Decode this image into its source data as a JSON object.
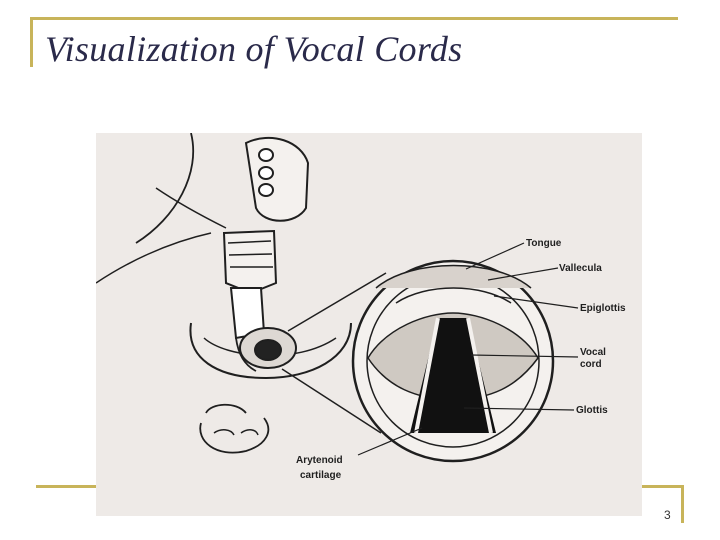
{
  "slide": {
    "title": "Visualization of Vocal Cords",
    "page_number": "3"
  },
  "figure": {
    "labels": {
      "tongue": "Tongue",
      "vallecula": "Vallecula",
      "epiglottis": "Epiglottis",
      "vocal_cord_line1": "Vocal",
      "vocal_cord_line2": "cord",
      "glottis": "Glottis",
      "arytenoid_line1": "Arytenoid",
      "arytenoid_line2": "cartilage"
    }
  },
  "colors": {
    "frame": "#c8b45a",
    "title": "#2a2a4a",
    "figure_bg": "#eeeae7",
    "ink": "#1f1f1f"
  }
}
